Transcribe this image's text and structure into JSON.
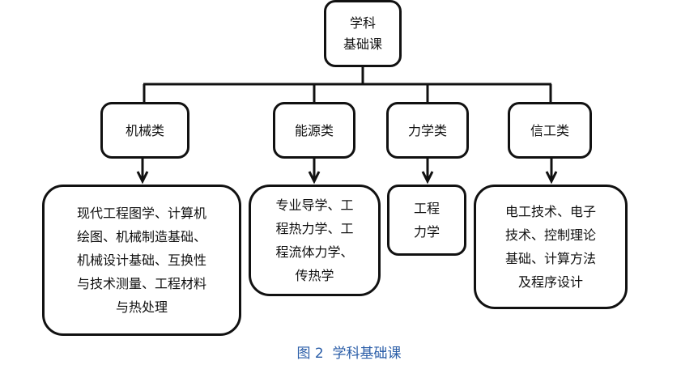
{
  "root": {
    "line1": "学科",
    "line2": "基础课"
  },
  "categories": [
    {
      "label": "机械类"
    },
    {
      "label": "能源类"
    },
    {
      "label": "力学类"
    },
    {
      "label": "信工类"
    }
  ],
  "details": {
    "mech": [
      "现代工程图学、计算机",
      "绘图、机械制造基础、",
      "机械设计基础、互换性",
      "与技术测量、工程材料",
      "与热处理"
    ],
    "energy": [
      "专业导学、工",
      "程热力学、工",
      "程流体力学、",
      "传热学"
    ],
    "mechanics": [
      "工程",
      "力学"
    ],
    "info": [
      "电工技术、电子",
      "技术、控制理论",
      "基础、计算方法",
      "及程序设计"
    ]
  },
  "caption": "图 2  学科基础课"
}
